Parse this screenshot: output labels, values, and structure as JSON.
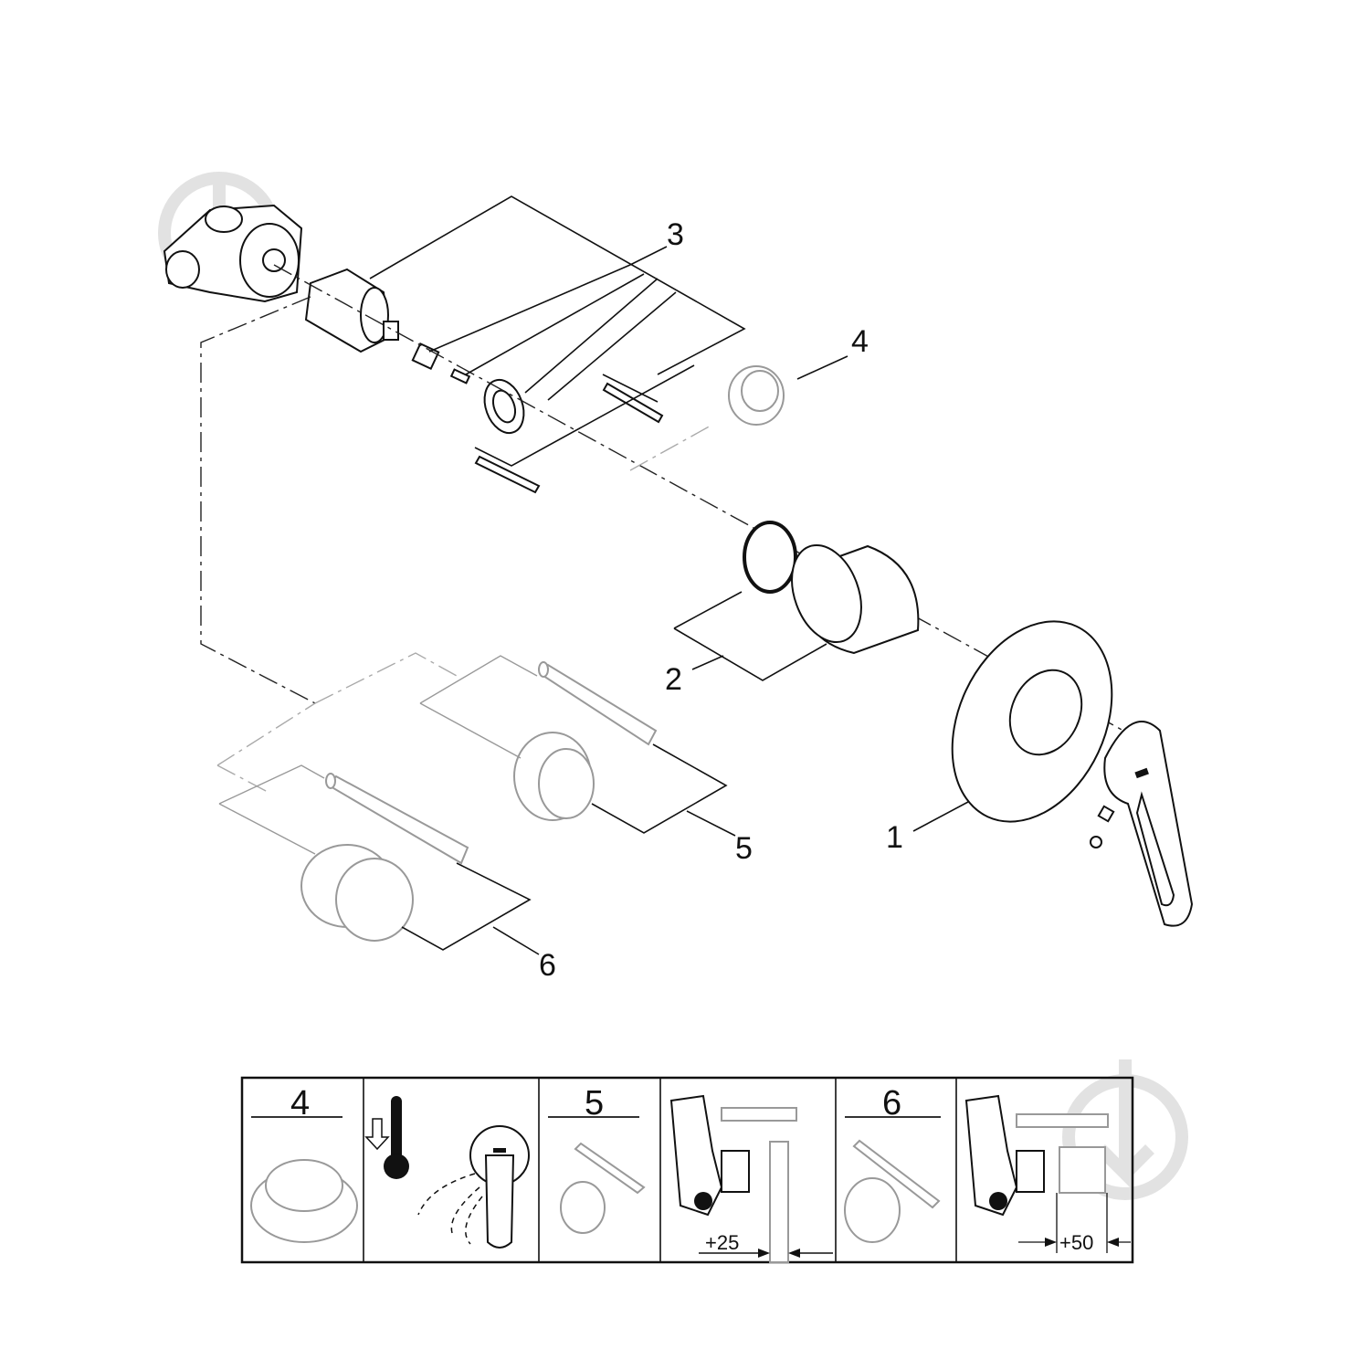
{
  "diagram": {
    "callouts": {
      "c1": "1",
      "c2": "2",
      "c3": "3",
      "c4": "4",
      "c5": "5",
      "c6": "6"
    },
    "legend_panel": {
      "panel4_label": "4",
      "panel5_label": "5",
      "panel6_label": "6",
      "dim_25": "+25",
      "dim_50": "+50"
    },
    "colors": {
      "line": "#111111",
      "optional_parts": "#999999",
      "watermark": "#d9d9d9"
    }
  }
}
